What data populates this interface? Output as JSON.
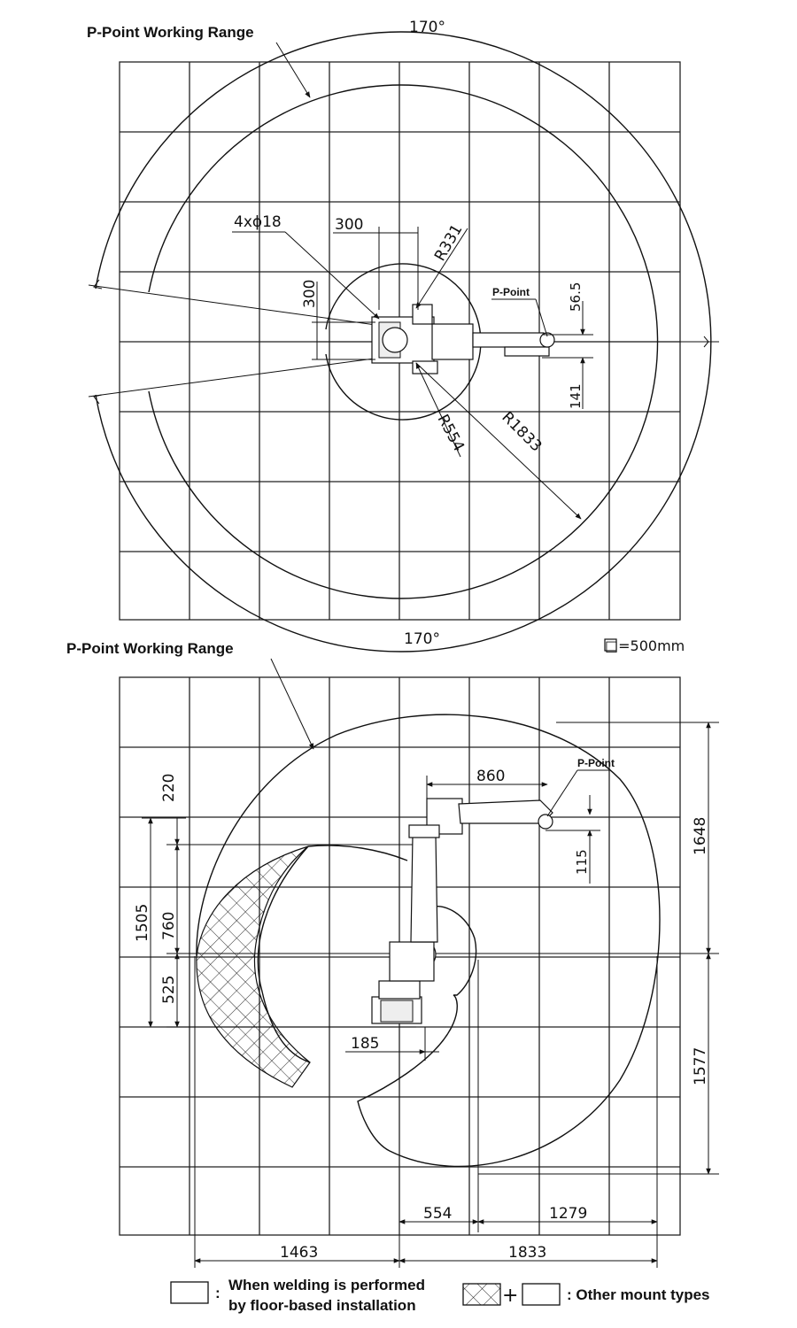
{
  "top_view": {
    "working_range_label": "P-Point Working Range",
    "angle_top": "170°",
    "angle_bottom": "170°",
    "hole_label": "4xϕ18",
    "dim_300_h": "300",
    "dim_300_v": "300",
    "r331": "R331",
    "r554": "R554",
    "r1833": "R1833",
    "p_point_label": "P-Point",
    "dim_56_5": "56.5",
    "dim_141": "141"
  },
  "scale_note": "□=500mm",
  "side_view": {
    "working_range_label": "P-Point Working Range",
    "p_point_label": "P-Point",
    "dim_860": "860",
    "dim_115": "115",
    "dim_220": "220",
    "dim_760": "760",
    "dim_525": "525",
    "dim_1505": "1505",
    "dim_185": "185",
    "dim_1648": "1648",
    "dim_1577": "1577",
    "dim_554": "554",
    "dim_1279": "1279",
    "dim_1463": "1463",
    "dim_1833": "1833"
  },
  "legend": {
    "floor_text_line1": "When welding is performed",
    "floor_text_line2": "by floor-based installation",
    "colon": ":",
    "plus": "+",
    "other_text": ": Other mount types"
  }
}
